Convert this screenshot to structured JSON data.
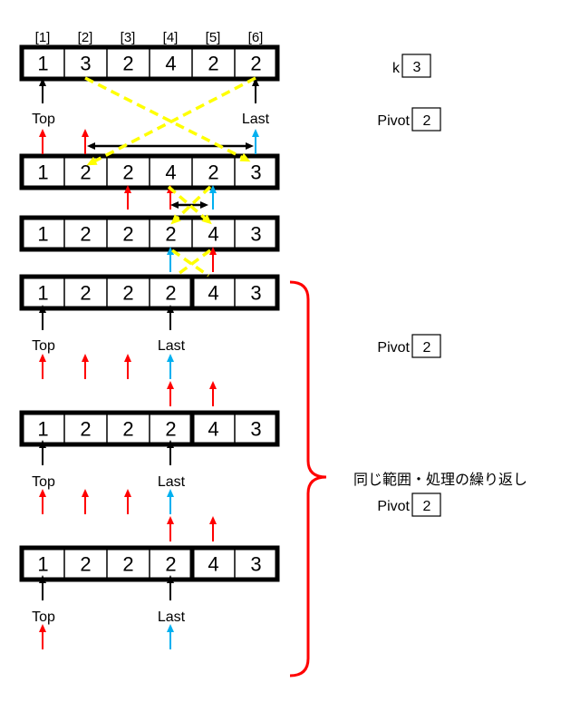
{
  "index_labels": [
    "[1]",
    "[2]",
    "[3]",
    "[4]",
    "[5]",
    "[6]"
  ],
  "k": {
    "label": "k",
    "value": "3"
  },
  "pivot_label": "Pivot",
  "top_label": "Top",
  "last_label": "Last",
  "bracket_note": "同じ範囲・処理の繰り返し",
  "colors": {
    "top_arrow": "#ff0000",
    "last_arrow": "#00b0f0",
    "marker_arrow": "#000000",
    "swap": "#ffff00",
    "bracket": "#ff0000"
  },
  "pivots": [
    "2",
    "2",
    "2"
  ],
  "arrays": [
    {
      "cells": [
        "1",
        "3",
        "2",
        "4",
        "2",
        "2"
      ]
    },
    {
      "cells": [
        "1",
        "2",
        "2",
        "4",
        "2",
        "3"
      ]
    },
    {
      "cells": [
        "1",
        "2",
        "2",
        "2",
        "4",
        "3"
      ]
    },
    {
      "cells": [
        "1",
        "2",
        "2",
        "2",
        "4",
        "3"
      ],
      "divider": 4
    },
    {
      "cells": [
        "1",
        "2",
        "2",
        "2",
        "4",
        "3"
      ],
      "divider": 4
    },
    {
      "cells": [
        "1",
        "2",
        "2",
        "2",
        "4",
        "3"
      ],
      "divider": 4
    }
  ]
}
